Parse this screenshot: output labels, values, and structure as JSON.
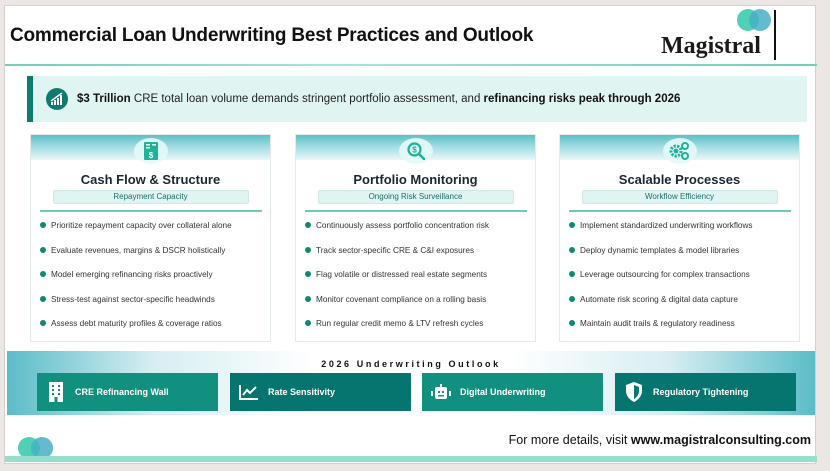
{
  "header": {
    "title": "Commercial Loan Underwriting Best Practices and Outlook",
    "logo_text": "Magistral"
  },
  "banner": {
    "icon": "growth-chart-icon",
    "highlight_1": "$3 Trillion",
    "text_mid": " CRE total loan volume demands stringent portfolio assessment, and ",
    "highlight_2": "refinancing risks peak through 2026"
  },
  "cards": [
    {
      "icon": "dollar-document-icon",
      "title": "Cash Flow & Structure",
      "subtitle": "Repayment Capacity",
      "bullets": [
        "Prioritize repayment capacity over collateral alone",
        "Evaluate revenues, margins & DSCR holistically",
        "Model emerging refinancing risks proactively",
        "Stress-test against sector-specific headwinds",
        "Assess debt maturity profiles & coverage ratios"
      ]
    },
    {
      "icon": "dollar-magnifier-icon",
      "title": "Portfolio Monitoring",
      "subtitle": "Ongoing Risk Surveillance",
      "bullets": [
        "Continuously assess portfolio concentration risk",
        "Track sector-specific CRE & C&I exposures",
        "Flag volatile or distressed real estate segments",
        "Monitor covenant compliance on a rolling basis",
        "Run regular credit memo & LTV refresh cycles"
      ]
    },
    {
      "icon": "gears-icon",
      "title": "Scalable Processes",
      "subtitle": "Workflow Efficiency",
      "bullets": [
        "Implement standardized underwriting workflows",
        "Deploy dynamic templates & model libraries",
        "Leverage outsourcing for complex transactions",
        "Automate risk scoring & digital data capture",
        "Maintain audit trails & regulatory readiness"
      ]
    }
  ],
  "outlook": {
    "title": "2026 Underwriting Outlook",
    "items": [
      {
        "label": "CRE Refinancing Wall",
        "icon": "building-icon"
      },
      {
        "label": "Rate Sensitivity",
        "icon": "line-chart-icon"
      },
      {
        "label": "Digital Underwriting",
        "icon": "robot-icon"
      },
      {
        "label": "Regulatory Tightening",
        "icon": "shield-icon"
      }
    ]
  },
  "footer": {
    "prefix": "For more details, visit ",
    "url": "www.magistralconsulting.com"
  },
  "colors": {
    "accent_dark": "#0d7d72",
    "accent_teal": "#11907f",
    "accent_light": "#95e0cd",
    "banner_bg": "#e0f5f2"
  }
}
